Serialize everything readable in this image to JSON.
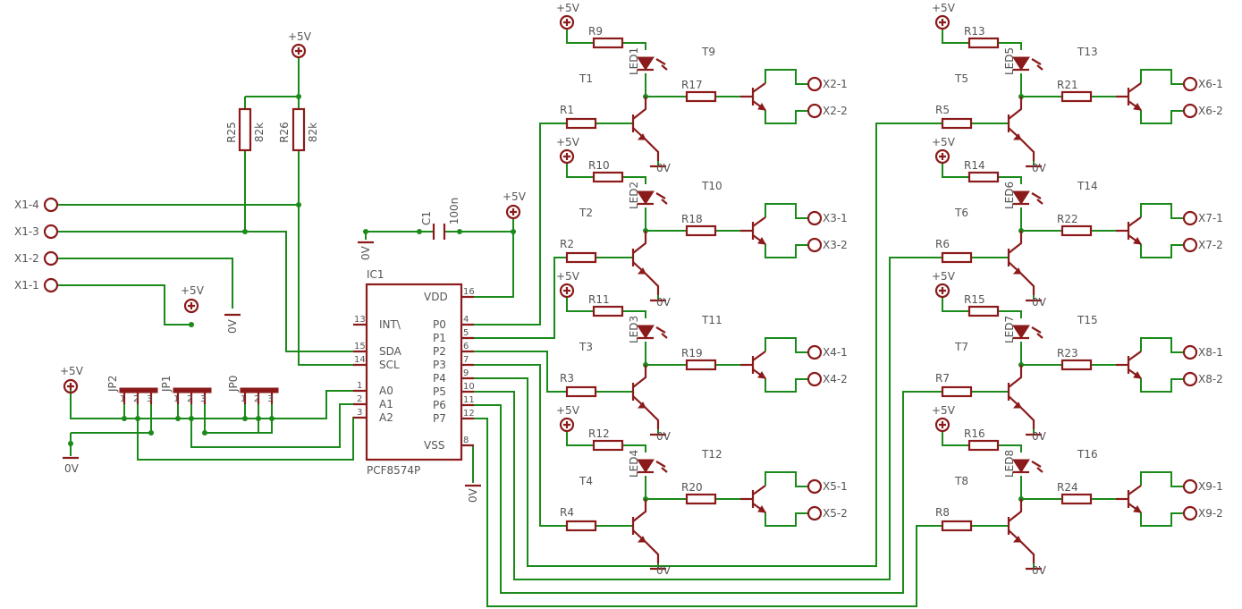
{
  "supply": {
    "vcc": "+5V",
    "gnd": "0V"
  },
  "ic": {
    "name": "IC1",
    "part": "PCF8574P",
    "left_pins": [
      {
        "num": "13",
        "label": "INT\\"
      },
      {
        "num": "15",
        "label": "SDA"
      },
      {
        "num": "14",
        "label": "SCL"
      },
      {
        "num": "1",
        "label": "A0"
      },
      {
        "num": "2",
        "label": "A1"
      },
      {
        "num": "3",
        "label": "A2"
      }
    ],
    "right_pins": [
      {
        "num": "16",
        "label": "VDD"
      },
      {
        "num": "4",
        "label": "P0"
      },
      {
        "num": "5",
        "label": "P1"
      },
      {
        "num": "6",
        "label": "P2"
      },
      {
        "num": "7",
        "label": "P3"
      },
      {
        "num": "9",
        "label": "P4"
      },
      {
        "num": "10",
        "label": "P5"
      },
      {
        "num": "11",
        "label": "P6"
      },
      {
        "num": "12",
        "label": "P7"
      },
      {
        "num": "8",
        "label": "VSS"
      }
    ]
  },
  "capacitor": {
    "name": "C1",
    "value": "100n"
  },
  "pullups": [
    {
      "name": "R25",
      "value": "82k"
    },
    {
      "name": "R26",
      "value": "82k"
    }
  ],
  "connector_x1": [
    "X1-4",
    "X1-3",
    "X1-2",
    "X1-1"
  ],
  "jumpers": [
    "JP2",
    "JP1",
    "JP0"
  ],
  "jumper_pins": [
    "1",
    "2",
    "3"
  ],
  "channels": [
    {
      "rb": "R9",
      "led": "LED1",
      "tr": "T1",
      "rin": "R1",
      "tsw": "T9",
      "rout": "R17",
      "x1": "X2-1",
      "x2": "X2-2"
    },
    {
      "rb": "R10",
      "led": "LED2",
      "tr": "T2",
      "rin": "R2",
      "tsw": "T10",
      "rout": "R18",
      "x1": "X3-1",
      "x2": "X3-2"
    },
    {
      "rb": "R11",
      "led": "LED3",
      "tr": "T3",
      "rin": "R3",
      "tsw": "T11",
      "rout": "R19",
      "x1": "X4-1",
      "x2": "X4-2"
    },
    {
      "rb": "R12",
      "led": "LED4",
      "tr": "T4",
      "rin": "R4",
      "tsw": "T12",
      "rout": "R20",
      "x1": "X5-1",
      "x2": "X5-2"
    },
    {
      "rb": "R13",
      "led": "LED5",
      "tr": "T5",
      "rin": "R5",
      "tsw": "T13",
      "rout": "R21",
      "x1": "X6-1",
      "x2": "X6-2"
    },
    {
      "rb": "R14",
      "led": "LED6",
      "tr": "T6",
      "rin": "R6",
      "tsw": "T14",
      "rout": "R22",
      "x1": "X7-1",
      "x2": "X7-2"
    },
    {
      "rb": "R15",
      "led": "LED7",
      "tr": "T7",
      "rin": "R7",
      "tsw": "T15",
      "rout": "R23",
      "x1": "X8-1",
      "x2": "X8-2"
    },
    {
      "rb": "R16",
      "led": "LED8",
      "tr": "T8",
      "rin": "R8",
      "tsw": "T16",
      "rout": "R24",
      "x1": "X9-1",
      "x2": "X9-2"
    }
  ]
}
